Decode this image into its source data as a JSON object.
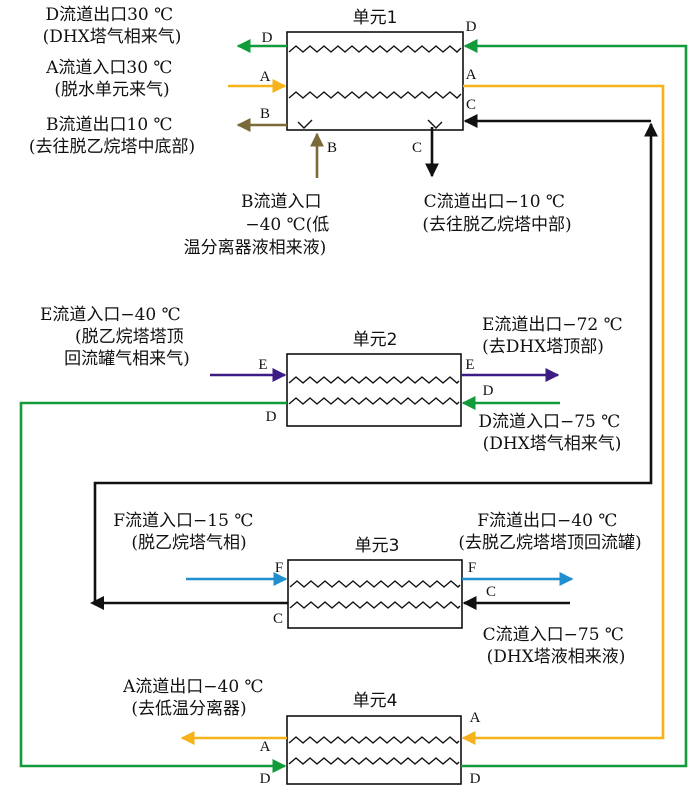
{
  "colors": {
    "green": "#129b3a",
    "orange": "#f6b21b",
    "brown": "#7a6a3a",
    "purple": "#3e1c86",
    "blue": "#1f8fd0",
    "black": "#111111"
  },
  "units": {
    "u1": {
      "title": "单元1"
    },
    "u2": {
      "title": "单元2"
    },
    "u3": {
      "title": "单元3"
    },
    "u4": {
      "title": "单元4"
    }
  },
  "ports": {
    "u1_D_left": "D",
    "u1_A_left": "A",
    "u1_B_left": "B",
    "u1_D_right": "D",
    "u1_A_right": "A",
    "u1_C_right": "C",
    "u1_B_bottom": "B",
    "u1_C_bottom": "C",
    "u2_E_left": "E",
    "u2_D_left": "D",
    "u2_E_right": "E",
    "u2_D_right": "D",
    "u3_F_left": "F",
    "u3_C_left": "C",
    "u3_F_right": "F",
    "u3_C_right": "C",
    "u4_A_left": "A",
    "u4_D_left": "D",
    "u4_A_right": "A",
    "u4_D_right": "D"
  },
  "labels": {
    "u1_D_out": [
      "D流道出口30 ℃",
      "(DHX塔气相来气)"
    ],
    "u1_A_in": [
      "A流道入口30 ℃",
      "(脱水单元来气)"
    ],
    "u1_B_out": [
      "B流道出口10 ℃",
      "(去往脱乙烷塔中底部)"
    ],
    "u1_B_in": [
      "B流道入口",
      "−40 ℃(低",
      "温分离器液相来液)"
    ],
    "u1_C_out": [
      "C流道出口−10 ℃",
      "(去往脱乙烷塔中部)"
    ],
    "u2_E_in": [
      "E流道入口−40 ℃",
      "(脱乙烷塔塔顶",
      "回流罐气相来气)"
    ],
    "u2_E_out": [
      "E流道出口−72 ℃",
      "(去DHX塔顶部)"
    ],
    "u2_D_in": [
      "D流道入口−75 ℃",
      "(DHX塔气相来气)"
    ],
    "u3_F_in": [
      "F流道入口−15 ℃",
      "(脱乙烷塔气相)"
    ],
    "u3_F_out": [
      "F流道出口−40 ℃",
      "(去脱乙烷塔塔顶回流罐)"
    ],
    "u3_C_in": [
      "C流道入口−75 ℃",
      "(DHX塔液相来液)"
    ],
    "u4_A_out": [
      "A流道出口−40 ℃",
      "(去低温分离器)"
    ]
  }
}
